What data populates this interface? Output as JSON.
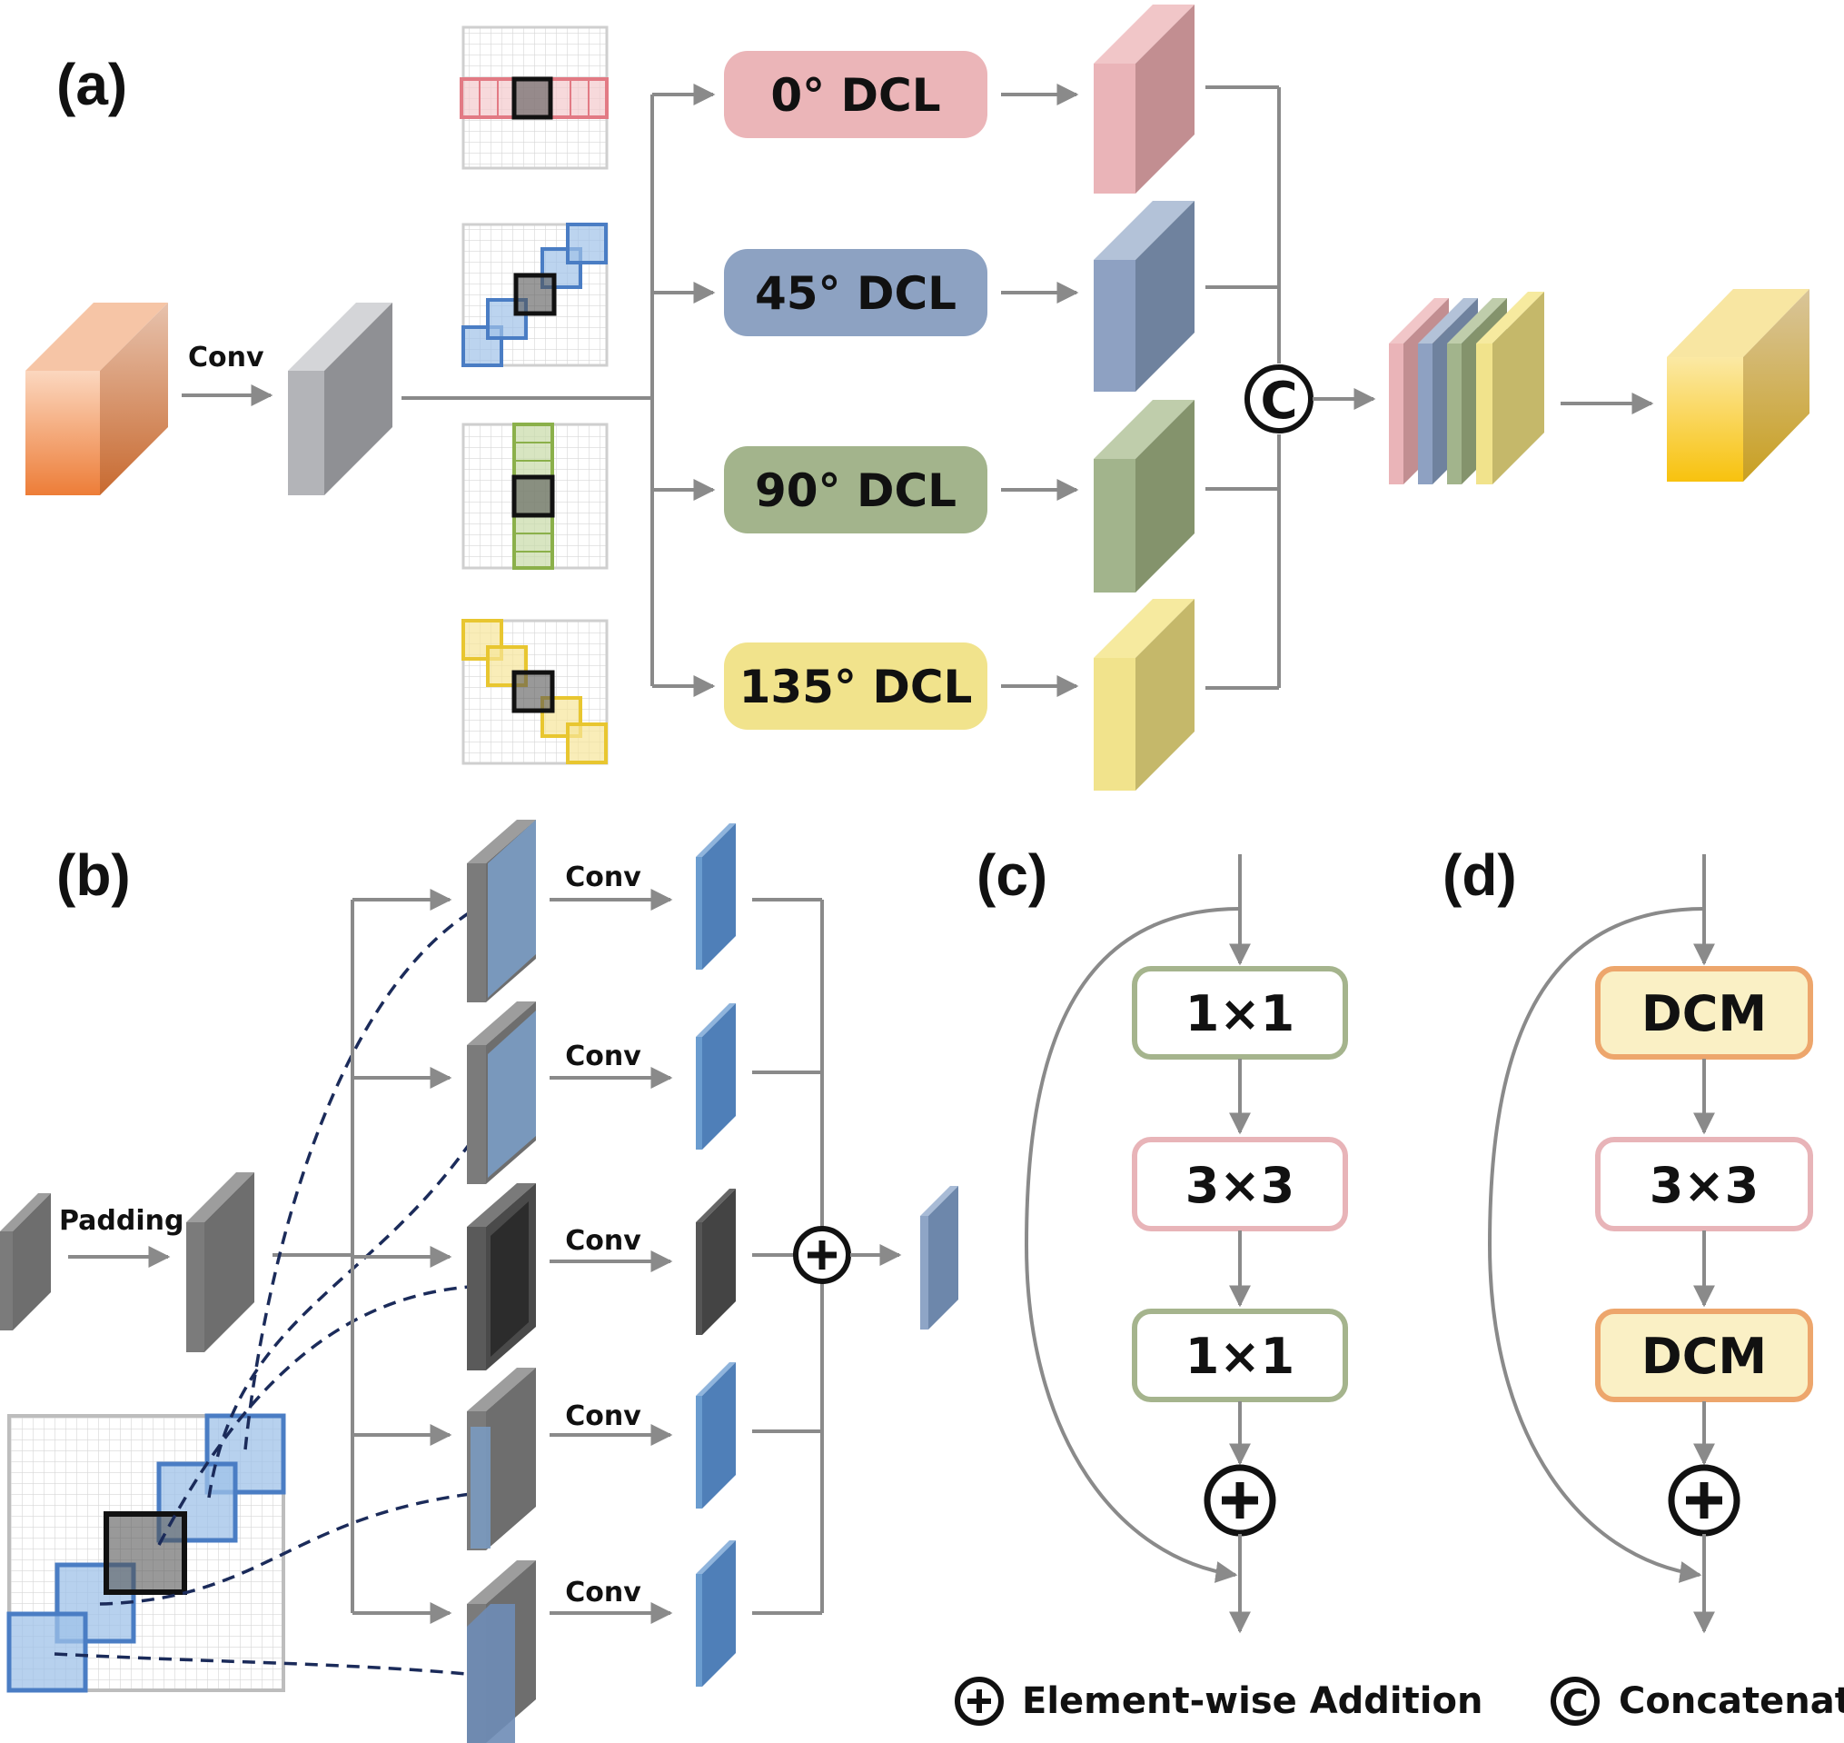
{
  "panels": {
    "a": "(a)",
    "b": "(b)",
    "c": "(c)",
    "d": "(d)"
  },
  "panel_a": {
    "conv_label": "Conv",
    "branches": [
      {
        "label": "0° DCL",
        "color": "#ebb5b8"
      },
      {
        "label": "45° DCL",
        "color": "#8da2c2"
      },
      {
        "label": "90° DCL",
        "color": "#a3b48c"
      },
      {
        "label": "135° DCL",
        "color": "#f1e38c"
      }
    ],
    "concat_symbol": "C"
  },
  "panel_b": {
    "padding_label": "Padding",
    "conv_labels": [
      "Conv",
      "Conv",
      "Conv",
      "Conv",
      "Conv"
    ],
    "add_symbol": "+"
  },
  "panel_c": {
    "blocks": [
      "1×1",
      "3×3",
      "1×1"
    ],
    "add_symbol": "+"
  },
  "panel_d": {
    "blocks": [
      "DCM",
      "3×3",
      "DCM"
    ],
    "add_symbol": "+"
  },
  "legend": {
    "addition": "Element-wise Addition",
    "concatenate": "Concatenate"
  },
  "colors": {
    "line": "#8a8a8a",
    "dashed_arrow": "#1b2b5a",
    "red": "#ebb5b8",
    "blue": "#8da2c2",
    "green": "#a3b48c",
    "yellow": "#f1e38c",
    "orange": "#ed8a45",
    "gold": "#f5c518",
    "dcm_fill": "#faf0c5",
    "dcm_border": "#eda66c",
    "block_green_border": "#a5b48d",
    "block_red_border": "#e8b4b8"
  }
}
